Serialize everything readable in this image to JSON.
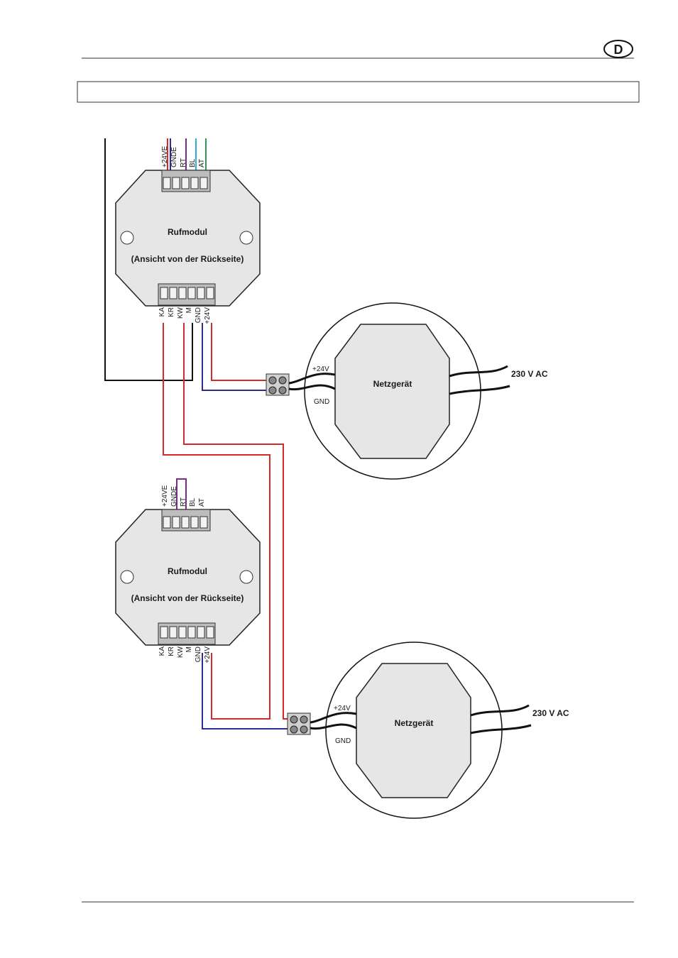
{
  "header": {
    "language_badge": "D",
    "title_box_text": ""
  },
  "module_top": {
    "title": "Rufmodul",
    "subtitle": "(Ansicht von der Rückseite)",
    "top_terminals": [
      "+24VE",
      "GNDE",
      "RT",
      "BL",
      "AT"
    ],
    "bottom_terminals": [
      "KA",
      "KR",
      "KW",
      "M",
      "GND",
      "+24V"
    ]
  },
  "module_bottom": {
    "title": "Rufmodul",
    "subtitle": "(Ansicht von der Rückseite)",
    "top_terminals": [
      "+24VE",
      "GNDE",
      "RT",
      "BL",
      "AT"
    ],
    "bottom_terminals": [
      "KA",
      "KR",
      "KW",
      "M",
      "GND",
      "+24V"
    ]
  },
  "psu_top": {
    "title": "Netzgerät",
    "plus_label": "+24V",
    "gnd_label": "GND",
    "mains_label": "230 V AC"
  },
  "psu_bottom": {
    "title": "Netzgerät",
    "plus_label": "+24V",
    "gnd_label": "GND",
    "mains_label": "230 V AC"
  },
  "colors": {
    "red": "#d42a2a",
    "blue": "#2a2f8f",
    "purple": "#7a2a8a",
    "cyan": "#2ab0d8",
    "green": "#2a9a5a",
    "black": "#111111",
    "module_fill": "#e6e6e6"
  }
}
